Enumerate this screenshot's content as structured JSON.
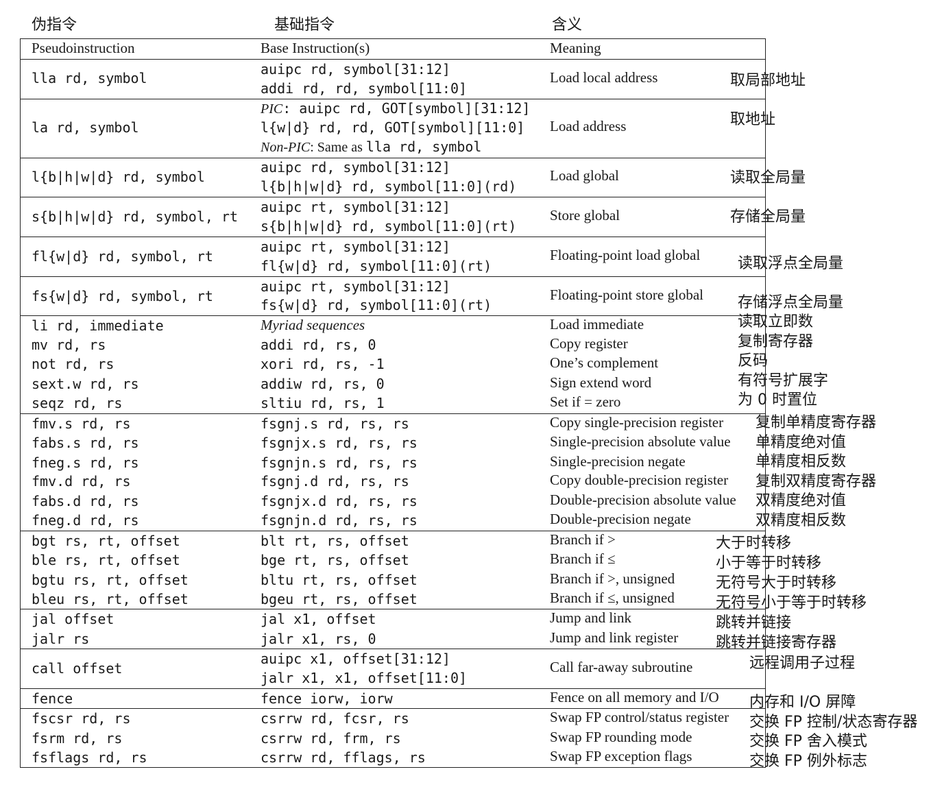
{
  "header_cn": {
    "pseudo": "伪指令",
    "base": "基础指令",
    "meaning": "含义"
  },
  "columns": {
    "pseudo": "Pseudoinstruction",
    "base": "Base Instruction(s)",
    "meaning": "Meaning"
  },
  "rows": [
    {
      "ps": "lla rd, symbol",
      "b1": "auipc rd, symbol[31:12]",
      "b2": "addi rd, rd, symbol[11:0]",
      "m": "Load local address",
      "cn": "取局部地址"
    },
    {
      "ps": "la rd, symbol",
      "b1i": "PIC",
      "b1": ": auipc rd, GOT[symbol][31:12]",
      "b2": "l{w|d} rd, rd, GOT[symbol][11:0]",
      "b3i": "Non-PIC",
      "b3s": ": Same as ",
      "b3m": "lla rd, symbol",
      "m": "Load address",
      "cn": "取地址"
    },
    {
      "ps": "l{b|h|w|d} rd, symbol",
      "b1": "auipc rd, symbol[31:12]",
      "b2": "l{b|h|w|d} rd, symbol[11:0](rd)",
      "m": "Load global",
      "cn": "读取全局量"
    },
    {
      "ps": "s{b|h|w|d} rd, symbol, rt",
      "b1": "auipc rt, symbol[31:12]",
      "b2": "s{b|h|w|d} rd, symbol[11:0](rt)",
      "m": "Store global",
      "cn": "存储全局量"
    },
    {
      "ps": "fl{w|d} rd, symbol, rt",
      "b1": "auipc rt, symbol[31:12]",
      "b2": "fl{w|d} rd, symbol[11:0](rt)",
      "m": "Floating-point load global",
      "cn": "读取浮点全局量"
    },
    {
      "ps": "fs{w|d} rd, symbol, rt",
      "b1": "auipc rt, symbol[31:12]",
      "b2": "fs{w|d} rd, symbol[11:0](rt)",
      "m": "Floating-point store global",
      "cn": "存储浮点全局量"
    },
    {
      "ps": "li rd, immediate",
      "b1": "Myriad sequences",
      "m": "Load immediate",
      "cn": "读取立即数"
    },
    {
      "ps": "mv rd, rs",
      "b1": "addi rd, rs, 0",
      "m": "Copy register",
      "cn": "复制寄存器"
    },
    {
      "ps": "not rd, rs",
      "b1": "xori rd, rs, -1",
      "m": "One’s complement",
      "cn": "反码"
    },
    {
      "ps": "sext.w rd, rs",
      "b1": "addiw rd, rs, 0",
      "m": "Sign extend word",
      "cn": "有符号扩展字"
    },
    {
      "ps": "seqz rd, rs",
      "b1": "sltiu rd, rs, 1",
      "m": "Set if = zero",
      "cn": "为 0 时置位"
    },
    {
      "ps": "fmv.s rd, rs",
      "b1": "fsgnj.s rd, rs, rs",
      "m": "Copy single-precision register",
      "cn": "复制单精度寄存器"
    },
    {
      "ps": "fabs.s rd, rs",
      "b1": "fsgnjx.s rd, rs, rs",
      "m": "Single-precision absolute value",
      "cn": "单精度绝对值"
    },
    {
      "ps": "fneg.s rd, rs",
      "b1": "fsgnjn.s rd, rs, rs",
      "m": "Single-precision negate",
      "cn": "单精度相反数"
    },
    {
      "ps": "fmv.d rd, rs",
      "b1": "fsgnj.d rd, rs, rs",
      "m": "Copy double-precision register",
      "cn": "复制双精度寄存器"
    },
    {
      "ps": "fabs.d rd, rs",
      "b1": "fsgnjx.d rd, rs, rs",
      "m": "Double-precision absolute value",
      "cn": "双精度绝对值"
    },
    {
      "ps": "fneg.d rd, rs",
      "b1": "fsgnjn.d rd, rs, rs",
      "m": "Double-precision negate",
      "cn": "双精度相反数"
    },
    {
      "ps": "bgt rs, rt, offset",
      "b1": "blt rt, rs, offset",
      "m": "Branch if >",
      "cn": "大于时转移"
    },
    {
      "ps": "ble rs, rt, offset",
      "b1": "bge rt, rs, offset",
      "m": "Branch if ≤",
      "cn": "小于等于时转移"
    },
    {
      "ps": "bgtu rs, rt, offset",
      "b1": "bltu rt, rs, offset",
      "m": "Branch if >, unsigned",
      "cn": "无符号大于时转移"
    },
    {
      "ps": "bleu rs, rt, offset",
      "b1": "bgeu rt, rs, offset",
      "m": "Branch if ≤, unsigned",
      "cn": "无符号小于等于时转移"
    },
    {
      "ps": "jal offset",
      "b1": "jal x1, offset",
      "m": "Jump and link",
      "cn": "跳转并链接"
    },
    {
      "ps": "jalr rs",
      "b1": "jalr x1, rs, 0",
      "m": "Jump and link register",
      "cn": "跳转并链接寄存器"
    },
    {
      "ps": "call offset",
      "b1": "auipc x1, offset[31:12]",
      "b2": "jalr x1, x1, offset[11:0]",
      "m": "Call far-away subroutine",
      "cn": "远程调用子过程"
    },
    {
      "ps": "fence",
      "b1": "fence iorw, iorw",
      "m": "Fence on all memory and I/O",
      "cn": "内存和 I/O 屏障"
    },
    {
      "ps": "fscsr rd, rs",
      "b1": "csrrw rd, fcsr, rs",
      "m": "Swap FP control/status register",
      "cn": "交换 FP 控制/状态寄存器"
    },
    {
      "ps": "fsrm rd, rs",
      "b1": "csrrw rd, frm, rs",
      "m": "Swap FP rounding mode",
      "cn": "交换 FP 舍入模式"
    },
    {
      "ps": "fsflags rd, rs",
      "b1": "csrrw rd, fflags, rs",
      "m": "Swap FP exception flags",
      "cn": "交换 FP 例外标志"
    }
  ]
}
